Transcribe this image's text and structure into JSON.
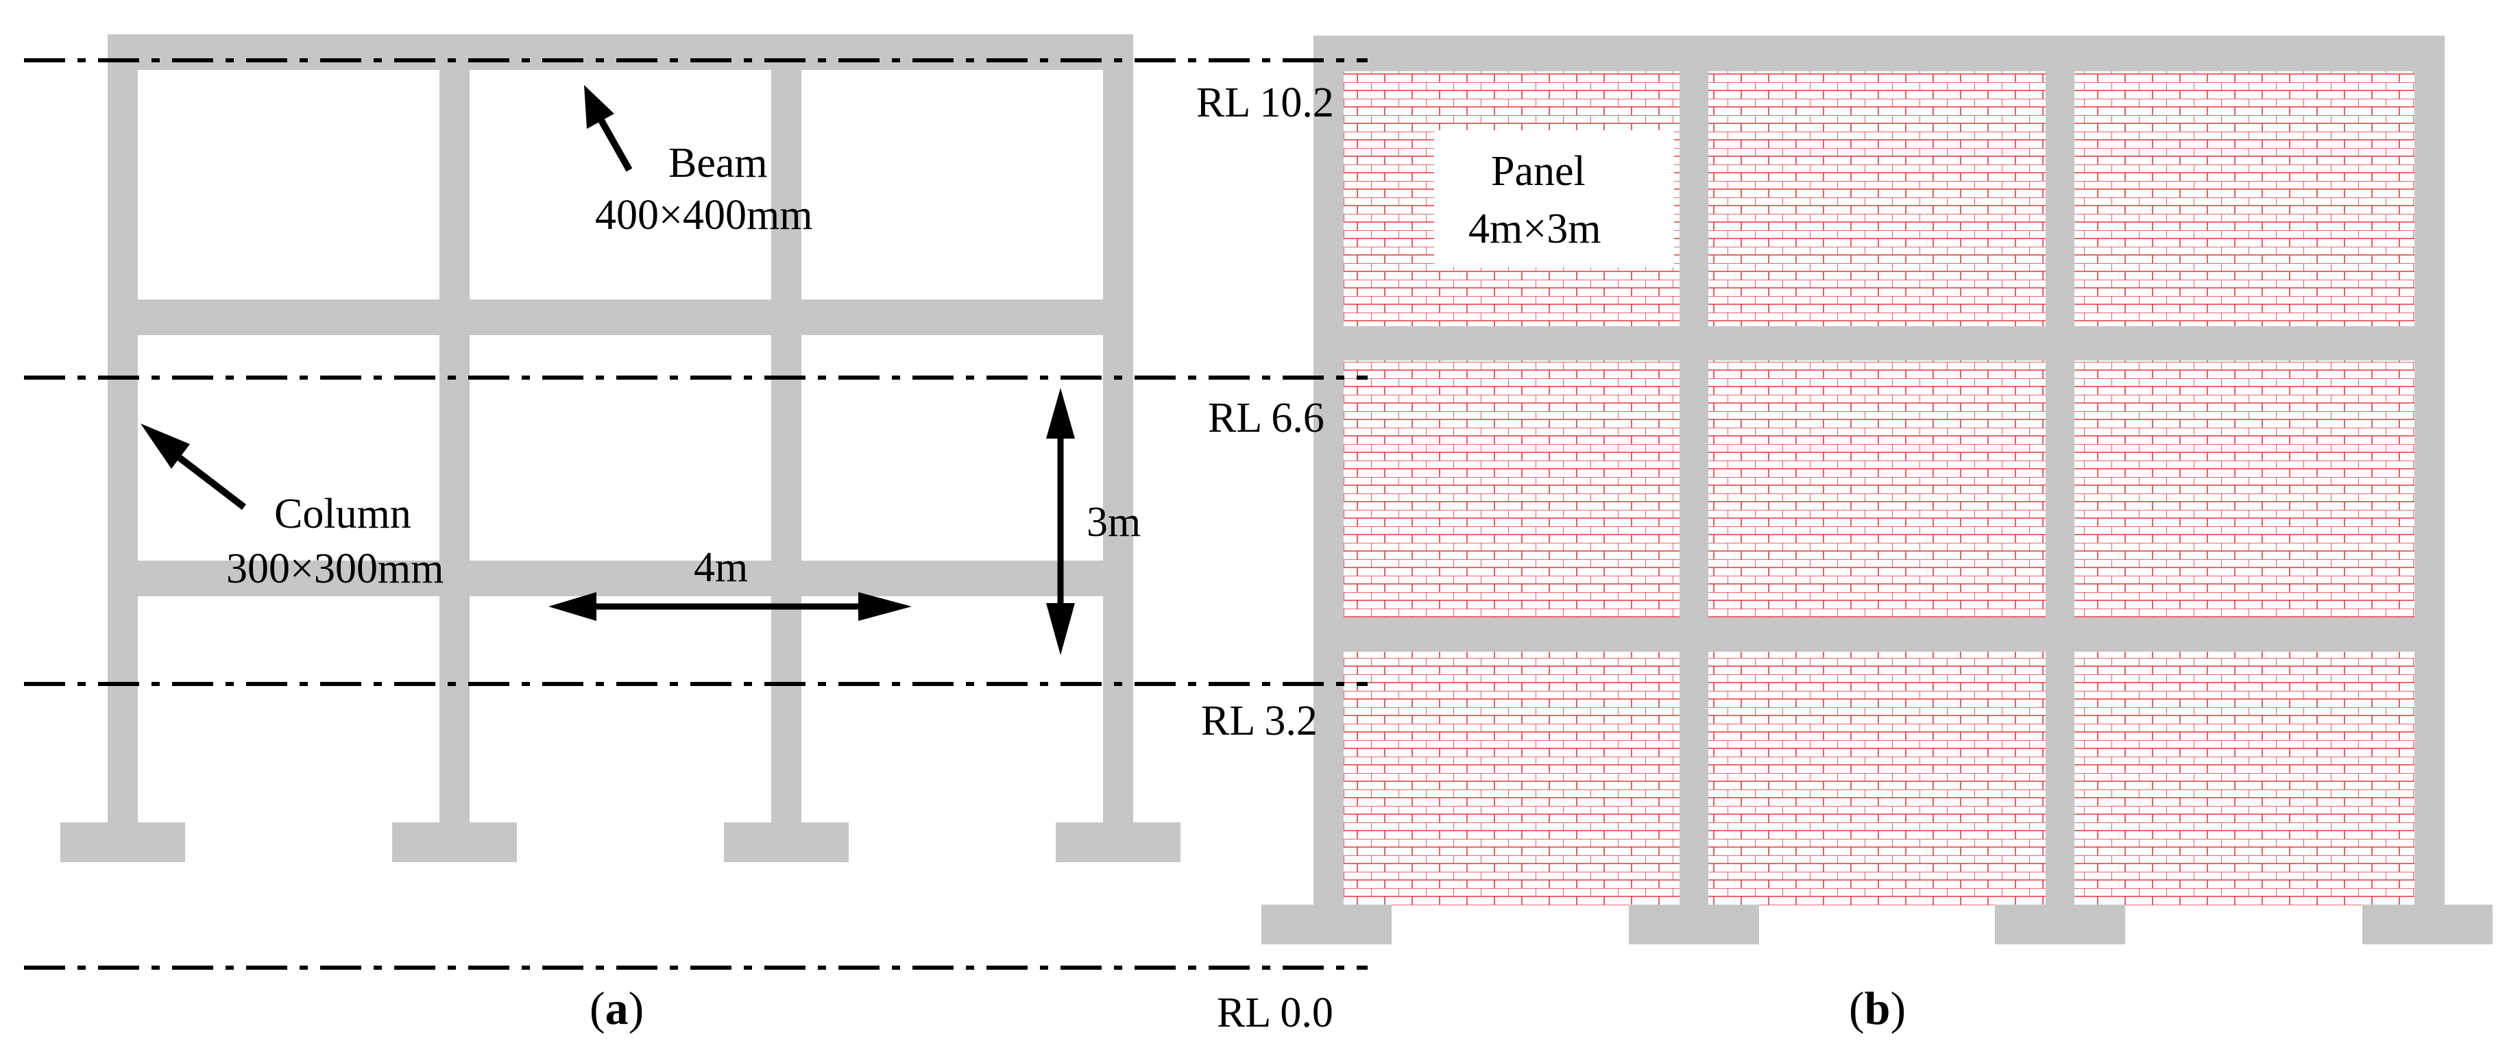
{
  "figure": {
    "colors": {
      "frame": "#c6c6c6",
      "brick": "#e8333c",
      "line": "#000000",
      "background": "#ffffff"
    },
    "levels": [
      {
        "label": "RL 10.2"
      },
      {
        "label": "RL 6.6"
      },
      {
        "label": "RL 3.2"
      },
      {
        "label": "RL 0.0"
      }
    ],
    "panel_a": {
      "caption_letter": "a",
      "beam_label": "Beam",
      "beam_size": "400×400mm",
      "column_label": "Column",
      "column_size": "300×300mm",
      "span_label": "4m",
      "height_label": "3m"
    },
    "panel_b": {
      "caption_letter": "b",
      "panel_label": "Panel",
      "panel_size": "4m×3m"
    }
  }
}
